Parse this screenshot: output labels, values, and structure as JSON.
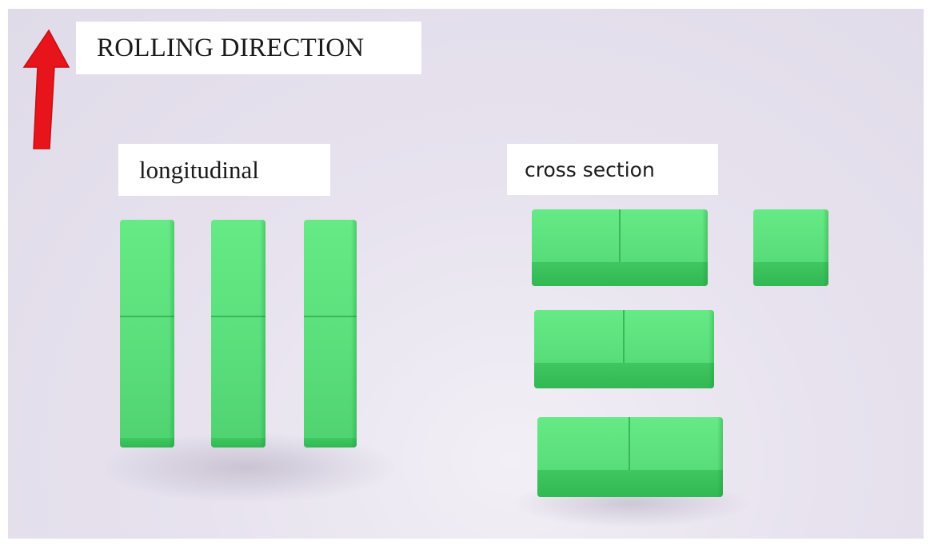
{
  "labels": {
    "rolling_direction": "ROLLING DIRECTION",
    "longitudinal": "longitudinal",
    "cross_section": "cross section"
  },
  "colors": {
    "arrow": "#e8141c",
    "block_top": "#5fe27f",
    "block_front": "#38bd58",
    "background": "#e4dfec"
  },
  "groups": {
    "longitudinal": {
      "block_count": 3,
      "segments_per_block": 2
    },
    "cross_section": {
      "block_count": 4,
      "two_segment_blocks": 3,
      "single_cube_blocks": 1
    }
  }
}
